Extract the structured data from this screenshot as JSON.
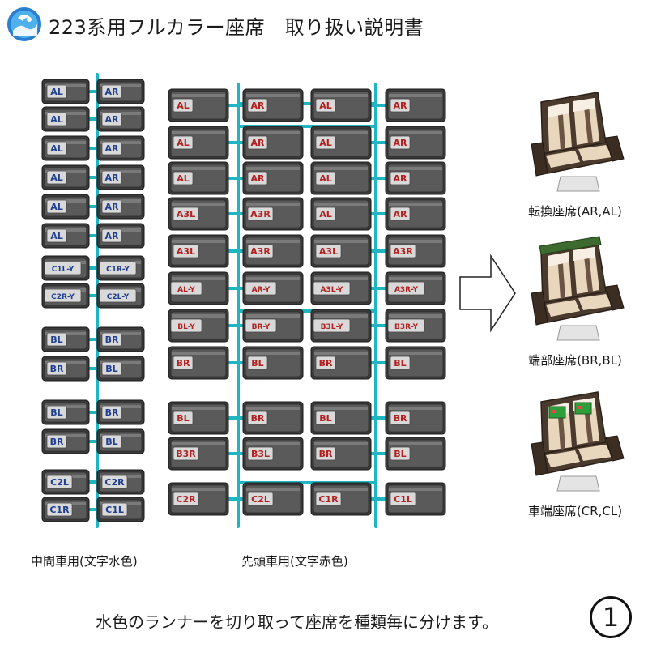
{
  "header": {
    "title": "223系用フルカラー座席　取り扱い説明書",
    "logo_icon": "wave-circle-logo-icon"
  },
  "colors": {
    "runner": "#1fb6c1",
    "part_fill": "#3a3a3a",
    "part_inner": "#5a5a5a",
    "label_cyan": "#1e3f8f",
    "label_red": "#b32020",
    "seat_wood": "#4a3a2e",
    "seat_cream": "#e8d6bd"
  },
  "middle_sprue": {
    "caption": "中間車用(文字水色)",
    "rows": [
      {
        "left": "AL",
        "right": "AR"
      },
      {
        "left": "AL",
        "right": "AR"
      },
      {
        "left": "AL",
        "right": "AR"
      },
      {
        "left": "AL",
        "right": "AR"
      },
      {
        "left": "AL",
        "right": "AR"
      },
      {
        "left": "AL",
        "right": "AR"
      },
      {
        "left": "C1L-Y",
        "right": "C1R-Y"
      },
      {
        "left": "C2R-Y",
        "right": "C2L-Y"
      },
      {
        "left": "BL",
        "right": "BR"
      },
      {
        "left": "BR",
        "right": "BL"
      },
      {
        "left": "BL",
        "right": "BR"
      },
      {
        "left": "BR",
        "right": "BL"
      },
      {
        "left": "C2L",
        "right": "C2R"
      },
      {
        "left": "C1R",
        "right": "C1L"
      }
    ]
  },
  "lead_sprue": {
    "caption": "先頭車用(文字赤色)",
    "left_group": [
      {
        "left": "AL",
        "right": "AR"
      },
      {
        "left": "AL",
        "right": "AR"
      },
      {
        "left": "AL",
        "right": "AR"
      },
      {
        "left": "A3L",
        "right": "A3R"
      },
      {
        "left": "A3L",
        "right": "A3R"
      },
      {
        "left": "AL-Y",
        "right": "AR-Y"
      },
      {
        "left": "BL-Y",
        "right": "BR-Y"
      },
      {
        "left": "BR",
        "right": "BL"
      },
      {
        "left": "BL",
        "right": "BR"
      },
      {
        "left": "B3R",
        "right": "B3L"
      },
      {
        "left": "C2R",
        "right": "C2L"
      }
    ],
    "right_group": [
      {
        "left": "AL",
        "right": "AR"
      },
      {
        "left": "AL",
        "right": "AR"
      },
      {
        "left": "AL",
        "right": "AR"
      },
      {
        "left": "AL",
        "right": "AR"
      },
      {
        "left": "A3L",
        "right": "A3R"
      },
      {
        "left": "A3L-Y",
        "right": "A3R-Y"
      },
      {
        "left": "B3L-Y",
        "right": "B3R-Y"
      },
      {
        "left": "BR",
        "right": "BL"
      },
      {
        "left": "BL",
        "right": "BR"
      },
      {
        "left": "BR",
        "right": "BL"
      },
      {
        "left": "C1R",
        "right": "C1L"
      }
    ]
  },
  "seat_types": [
    {
      "caption": "転換座席(AR,AL)",
      "variant": "transverse"
    },
    {
      "caption": "端部座席(BR,BL)",
      "variant": "end"
    },
    {
      "caption": "車端座席(CR,CL)",
      "variant": "car-end"
    }
  ],
  "instruction": "水色のランナーを切り取って座席を種類毎に分けます。",
  "page_number": "①"
}
